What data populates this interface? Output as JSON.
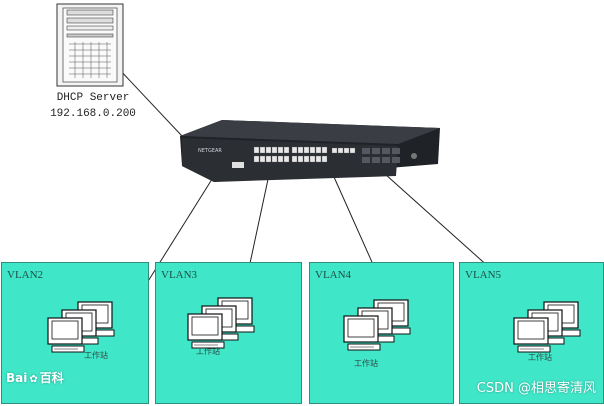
{
  "server": {
    "name": "DHCP Server",
    "ip": "192.168.0.200",
    "icon": "server-tower-icon"
  },
  "switch": {
    "brand": "NETGEAR",
    "icon": "network-switch-icon"
  },
  "vlans": [
    {
      "label": "VLAN2",
      "caption": "工作站"
    },
    {
      "label": "VLAN3",
      "caption": "工作站"
    },
    {
      "label": "VLAN4",
      "caption": "工作站"
    },
    {
      "label": "VLAN5",
      "caption": "工作站"
    }
  ],
  "watermarks": {
    "csdn": "CSDN @相思寄清风",
    "baidu_left": "Bai",
    "baidu_right": "百科"
  },
  "colors": {
    "vlan_fill": "#3fe6c8",
    "vlan_border": "#2e8f7d",
    "switch_body": "#2b2e33",
    "link_line": "#222222"
  }
}
